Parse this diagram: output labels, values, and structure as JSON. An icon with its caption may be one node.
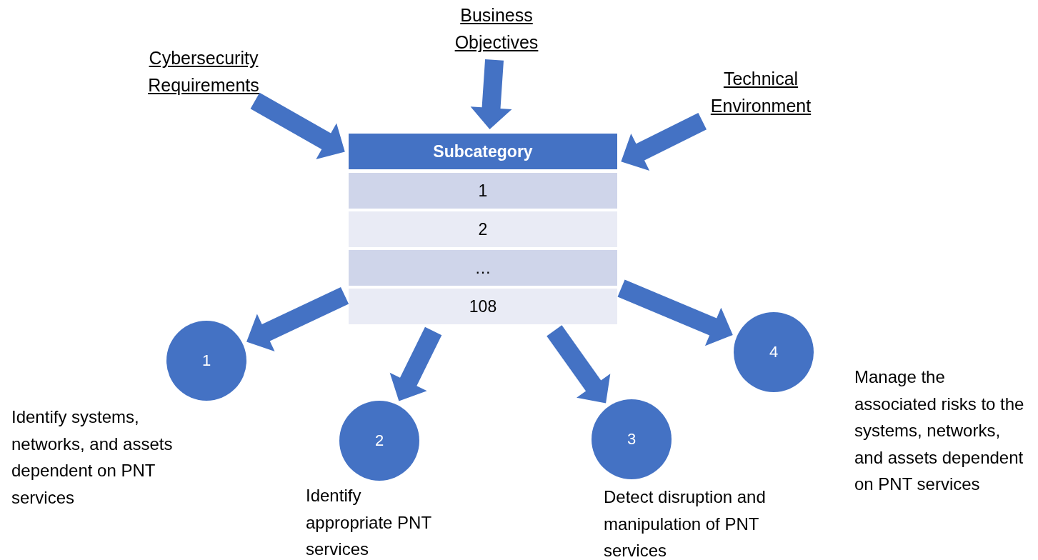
{
  "diagram": {
    "nodes": [
      {
        "text": [
          "Cybersecurity Requirements"
        ]
      },
      {
        "text": [
          "Business Objectives"
        ]
      },
      {
        "text": [
          "Technical Environment"
        ]
      },
      {
        "text": [
          "Subcategory",
          "1",
          "2",
          "…",
          "108"
        ]
      },
      {
        "text": [
          "1"
        ],
        "beside": [
          "Identify systems, networks, and assets dependent on PNT services"
        ]
      },
      {
        "text": [
          "2"
        ],
        "beside": [
          "Identify appropriate PNT services"
        ]
      },
      {
        "text": [
          "3"
        ],
        "beside": [
          "Detect disruption and manipulation of PNT services"
        ]
      },
      {
        "text": [
          "4"
        ],
        "beside": [
          "Manage the associated risks to the systems, networks, and assets dependent on PNT services"
        ]
      }
    ],
    "edges": [
      {
        "from": 0,
        "to": 3,
        "arrow": "to"
      },
      {
        "from": 1,
        "to": 3,
        "arrow": "to"
      },
      {
        "from": 2,
        "to": 3,
        "arrow": "to"
      },
      {
        "from": 3,
        "to": 4,
        "arrow": "to"
      },
      {
        "from": 3,
        "to": 5,
        "arrow": "to"
      },
      {
        "from": 3,
        "to": 6,
        "arrow": "to"
      },
      {
        "from": 3,
        "to": 7,
        "arrow": "to"
      }
    ]
  }
}
